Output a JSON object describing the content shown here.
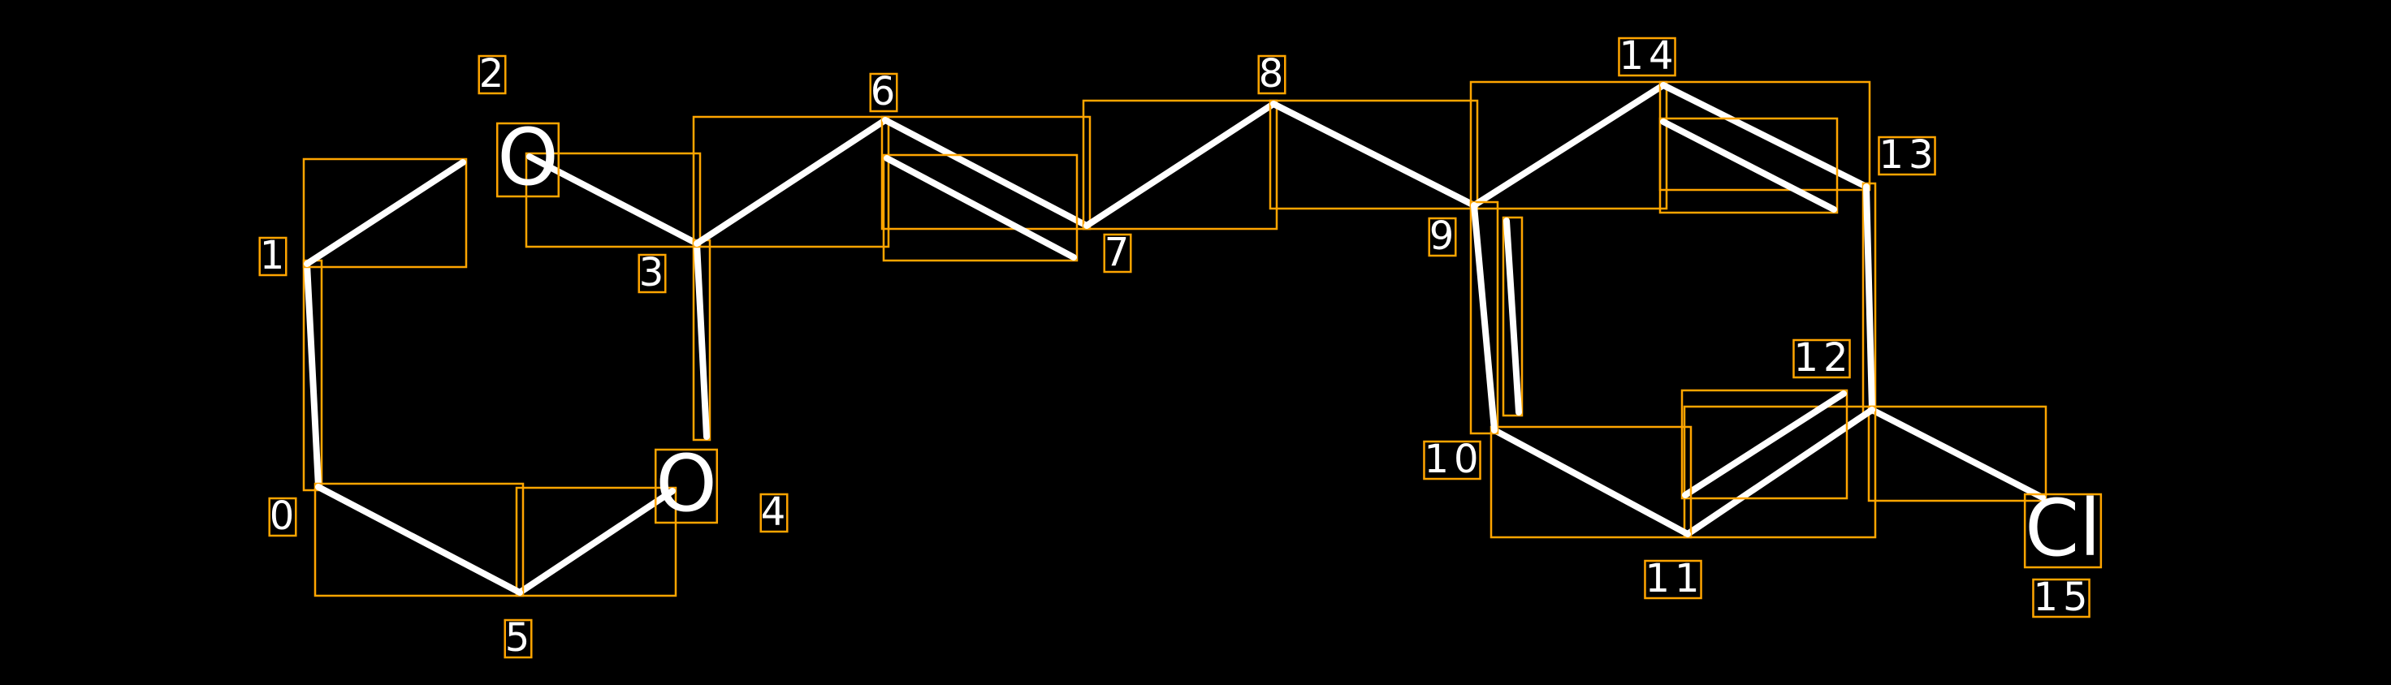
{
  "diagram": {
    "atoms": [
      {
        "index": "0",
        "symbol": ""
      },
      {
        "index": "1",
        "symbol": ""
      },
      {
        "index": "2",
        "symbol": "O"
      },
      {
        "index": "3",
        "symbol": ""
      },
      {
        "index": "4",
        "symbol": "O"
      },
      {
        "index": "5",
        "symbol": ""
      },
      {
        "index": "6",
        "symbol": ""
      },
      {
        "index": "7",
        "symbol": ""
      },
      {
        "index": "8",
        "symbol": ""
      },
      {
        "index": "9",
        "symbol": ""
      },
      {
        "index": "10",
        "symbol": ""
      },
      {
        "index": "11",
        "symbol": ""
      },
      {
        "index": "12",
        "symbol": ""
      },
      {
        "index": "13",
        "symbol": ""
      },
      {
        "index": "14",
        "symbol": ""
      },
      {
        "index": "15",
        "symbol": "Cl"
      }
    ],
    "bonds": [
      {
        "from": 0,
        "to": 1,
        "order": 1
      },
      {
        "from": 1,
        "to": 2,
        "order": 1
      },
      {
        "from": 2,
        "to": 3,
        "order": 1
      },
      {
        "from": 3,
        "to": 4,
        "order": 1
      },
      {
        "from": 4,
        "to": 5,
        "order": 1
      },
      {
        "from": 5,
        "to": 0,
        "order": 1
      },
      {
        "from": 3,
        "to": 6,
        "order": 1
      },
      {
        "from": 6,
        "to": 7,
        "order": 2
      },
      {
        "from": 7,
        "to": 8,
        "order": 1
      },
      {
        "from": 8,
        "to": 9,
        "order": 1
      },
      {
        "from": 9,
        "to": 14,
        "order": 1
      },
      {
        "from": 14,
        "to": 13,
        "order": 2
      },
      {
        "from": 13,
        "to": 12,
        "order": 1
      },
      {
        "from": 12,
        "to": 15,
        "order": 1
      },
      {
        "from": 12,
        "to": 11,
        "order": 2
      },
      {
        "from": 11,
        "to": 10,
        "order": 1
      },
      {
        "from": 10,
        "to": 9,
        "order": 2
      }
    ],
    "colors": {
      "background": "#000000",
      "bond": "#ffffff",
      "box": "#FFA500"
    }
  }
}
